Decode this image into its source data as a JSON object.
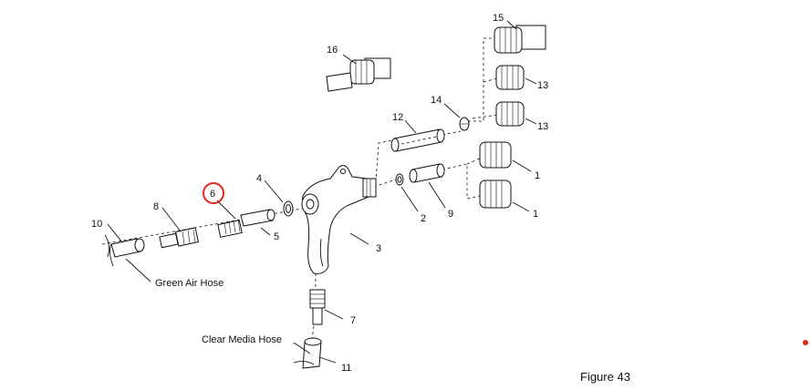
{
  "callouts": {
    "n1a": "1",
    "n1b": "1",
    "n2": "2",
    "n3": "3",
    "n4": "4",
    "n5": "5",
    "n6": "6",
    "n7": "7",
    "n8": "8",
    "n9": "9",
    "n10": "10",
    "n11": "11",
    "n12": "12",
    "n13a": "13",
    "n13b": "13",
    "n14": "14",
    "n15": "15",
    "n16": "16"
  },
  "labels": {
    "green_air_hose": "Green Air Hose",
    "clear_media_hose": "Clear Media Hose",
    "figure": "Figure 43"
  },
  "colors": {
    "highlight": "#e0261c",
    "line": "#111111"
  }
}
